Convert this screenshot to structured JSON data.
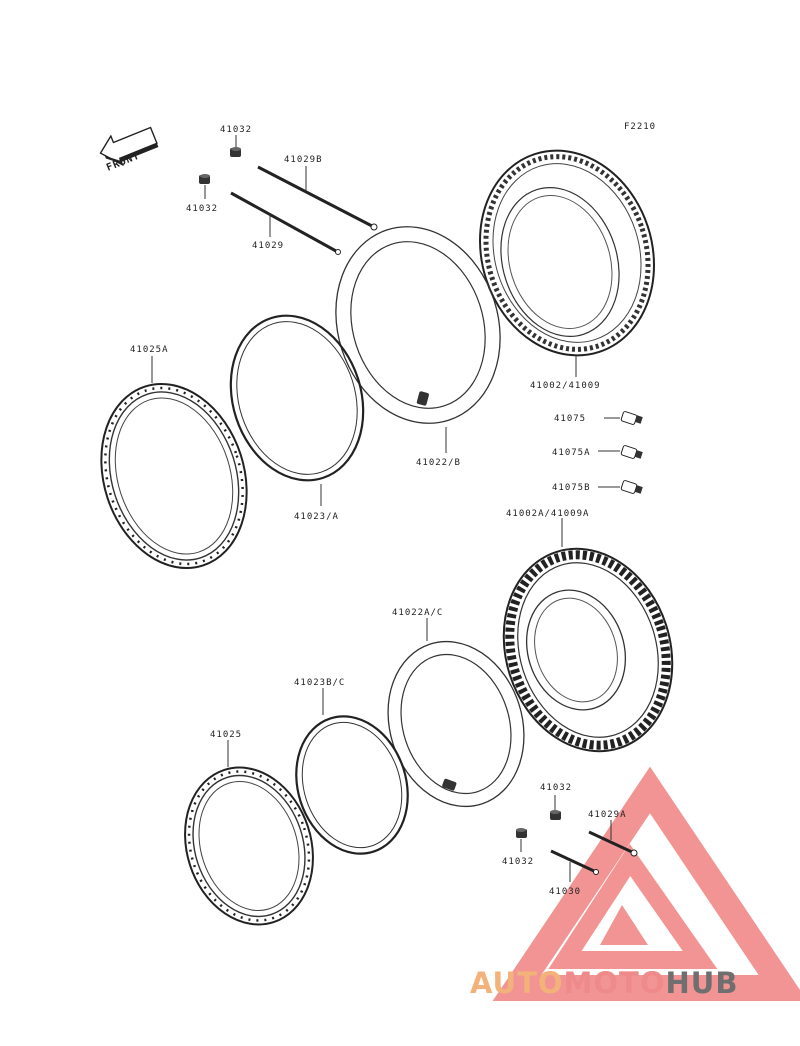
{
  "diagram": {
    "code": "F2210",
    "front_label": "FRONT",
    "parts": {
      "p41032_top": "41032",
      "p41032_left": "41032",
      "p41029b": "41029B",
      "p41029": "41029",
      "p41025a": "41025A",
      "p41023a": "41023/A",
      "p41022b": "41022/B",
      "p41002": "41002/41009",
      "p41075": "41075",
      "p41075a": "41075A",
      "p41075b": "41075B",
      "p41002a": "41002A/41009A",
      "p41022ac": "41022A/C",
      "p41023bc": "41023B/C",
      "p41025": "41025",
      "p41032_br1": "41032",
      "p41032_br2": "41032",
      "p41029a": "41029A",
      "p41030": "41030"
    }
  },
  "watermark": {
    "part1": "AUTO",
    "part2": "MOTO",
    "part3": "HUB",
    "colors": {
      "auto": "#f3b27a",
      "moto": "#ee8a8a",
      "hub": "#6f6f6f",
      "triangle": "#ee6b6b"
    }
  }
}
